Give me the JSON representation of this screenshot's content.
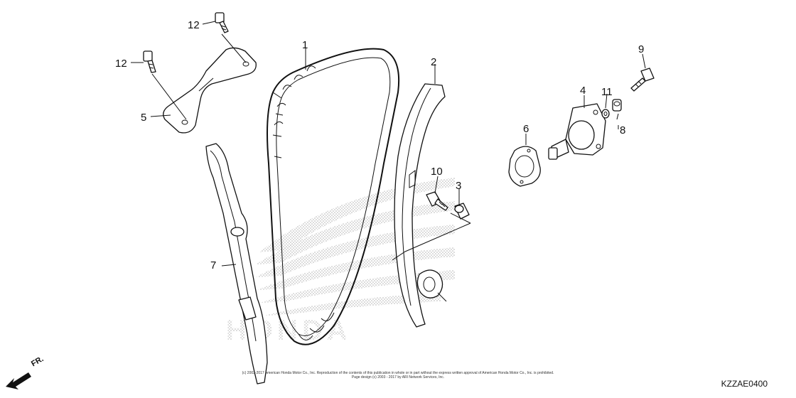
{
  "callouts": {
    "c1": "1",
    "c2": "2",
    "c3": "3",
    "c4": "4",
    "c5": "5",
    "c6": "6",
    "c7": "7",
    "c8": "8",
    "c9": "9",
    "c10": "10",
    "c11": "11",
    "c12a": "12",
    "c12b": "12"
  },
  "watermark": {
    "brand": "HONDA"
  },
  "front_indicator": "FR.",
  "copyright_lines": [
    "(c) 2003-2017 American Honda Motor Co., Inc. Reproduction of the contents of this publication in whole or in part without the express written approval of American Honda Motor Co., Inc. is prohibited.",
    "Page design (c) 2003 - 2017 by ARI Network Services, Inc."
  ],
  "drawing_number": "KZZAE0400",
  "colors": {
    "line": "#111111",
    "watermark": "#b3b3b3",
    "background": "#ffffff"
  }
}
